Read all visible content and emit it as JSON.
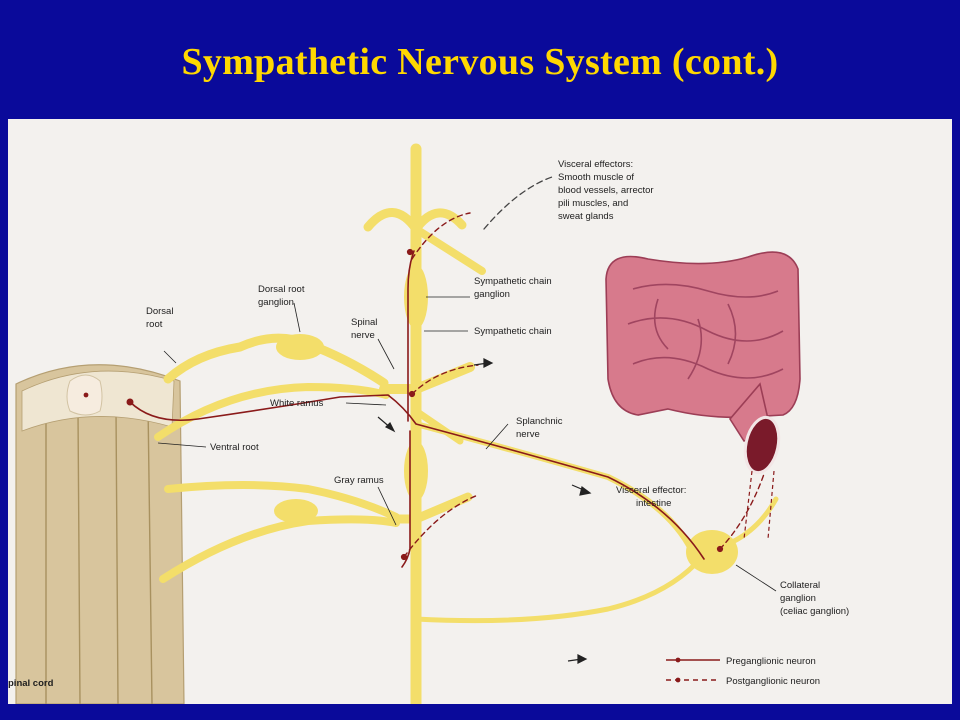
{
  "title": "Sympathetic Nervous System (cont.)",
  "colors": {
    "background": "#0a0a9a",
    "title": "#ffd800",
    "nerve": "#f3de6a",
    "neuron": "#8a1a1a",
    "intestine": "#d77a8c",
    "cord": "#d8c59d"
  },
  "labels": {
    "visceral_effectors": [
      "Visceral effectors:",
      "Smooth muscle of",
      "blood vessels, arrector",
      "pili muscles, and",
      "sweat glands"
    ],
    "dorsal_root": [
      "Dorsal",
      "root"
    ],
    "dorsal_root_ganglion": [
      "Dorsal root",
      "ganglion"
    ],
    "spinal_nerve": [
      "Spinal",
      "nerve"
    ],
    "sympathetic_chain_ganglion": [
      "Sympathetic chain",
      "ganglion"
    ],
    "sympathetic_chain": "Sympathetic chain",
    "white_ramus": "White ramus",
    "ventral_root": "Ventral root",
    "splanchnic_nerve": [
      "Splanchnic",
      "nerve"
    ],
    "gray_ramus": "Gray ramus",
    "visceral_effector_intestine": [
      "Visceral effector:",
      "intestine"
    ],
    "collateral_ganglion": [
      "Collateral",
      "ganglion",
      "(celiac ganglion)"
    ],
    "spinal_cord": "pinal cord"
  },
  "legend": {
    "preganglionic": "Preganglionic neuron",
    "postganglionic": "Postganglionic neuron"
  }
}
